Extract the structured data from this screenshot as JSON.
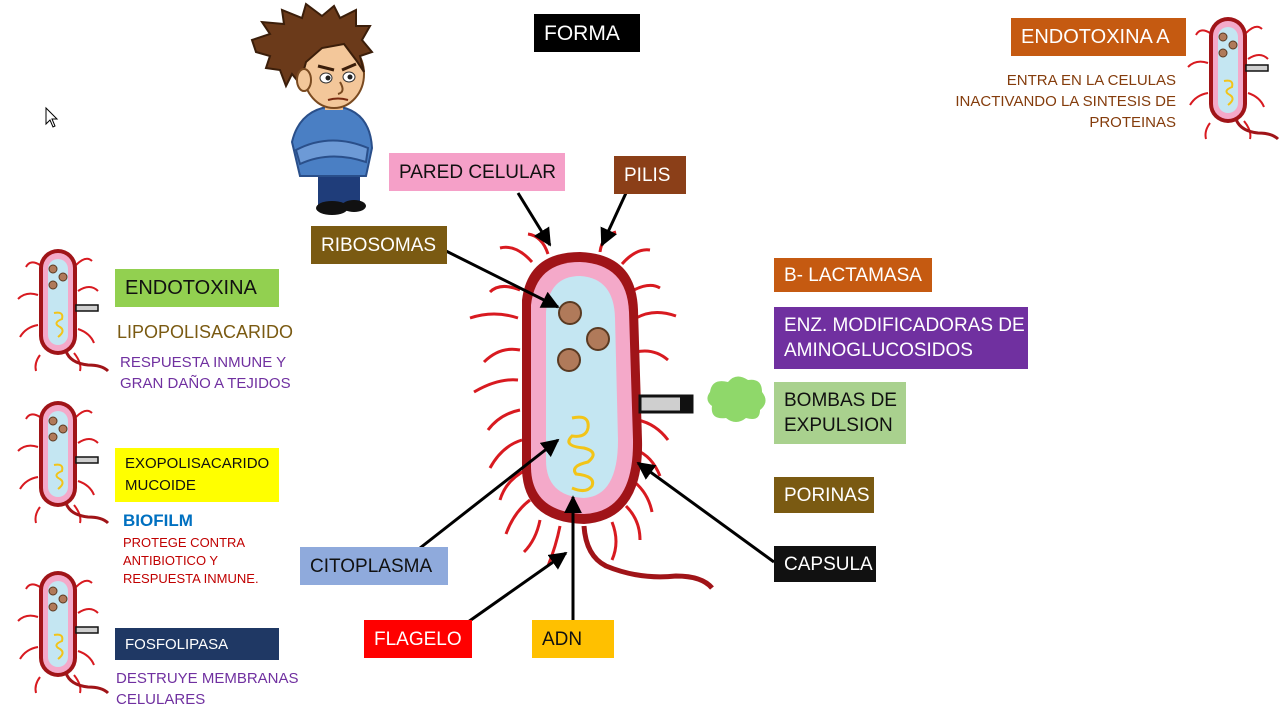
{
  "title": "FORMA",
  "center_labels": {
    "pared_celular": "PARED CELULAR",
    "pilis": "PILIS",
    "ribosomas": "RIBOSOMAS",
    "citoplasma": "CITOPLASMA",
    "flagelo": "FLAGELO",
    "adn": "ADN",
    "capsula": "CAPSULA"
  },
  "right_labels": {
    "b_lactamasa": "B- LACTAMASA",
    "enz_modificadoras": "ENZ. MODIFICADORAS DE\nAMINOGLUCOSIDOS",
    "bombas": "BOMBAS DE\nEXPULSION",
    "porinas": "PORINAS"
  },
  "top_right": {
    "label": "ENDOTOXINA A",
    "description": "ENTRA EN LA CELULAS\nINACTIVANDO LA SINTESIS DE\nPROTEINAS"
  },
  "left_panel": {
    "endotoxina": {
      "label": "ENDOTOXINA",
      "subtitle": "LIPOPOLISACARIDO",
      "description": "RESPUESTA INMUNE Y\nGRAN DAÑO A TEJIDOS"
    },
    "exopolisacarido": {
      "label": "EXOPOLISACARIDO\nMUCOIDE",
      "subtitle": "BIOFILM",
      "description": "PROTEGE CONTRA\nANTIBIOTICO Y\nRESPUESTA INMUNE."
    },
    "fosfolipasa": {
      "label": "FOSFOLIPASA",
      "description": "DESTRUYE MEMBRANAS\nCELULARES"
    }
  },
  "colors": {
    "capsule": "#a01418",
    "wall": "#f4a9c9",
    "cytoplasm": "#c4e6f2",
    "ribosome": "#b07a5a",
    "dna": "#f2c418",
    "pili": "#d81a20",
    "pump": "#8fd86a",
    "pink_box": "#f5a0c8",
    "brown_box": "#8b3f18",
    "olive_box": "#7a5a12",
    "orange_box": "#c55a11",
    "purple_box": "#7030a0",
    "green_box": "#a9d18e",
    "blue_box": "#8faadc",
    "red_box": "#ff0000",
    "yellow_box": "#ffc000",
    "black_box": "#111111",
    "navy_box": "#1f3864",
    "lime_box": "#ffff00",
    "light_green_box": "#92d050"
  },
  "icons": [
    "bacterium-diagram",
    "thinking-man-illustration",
    "mouse-cursor-icon",
    "efflux-pump-icon"
  ]
}
